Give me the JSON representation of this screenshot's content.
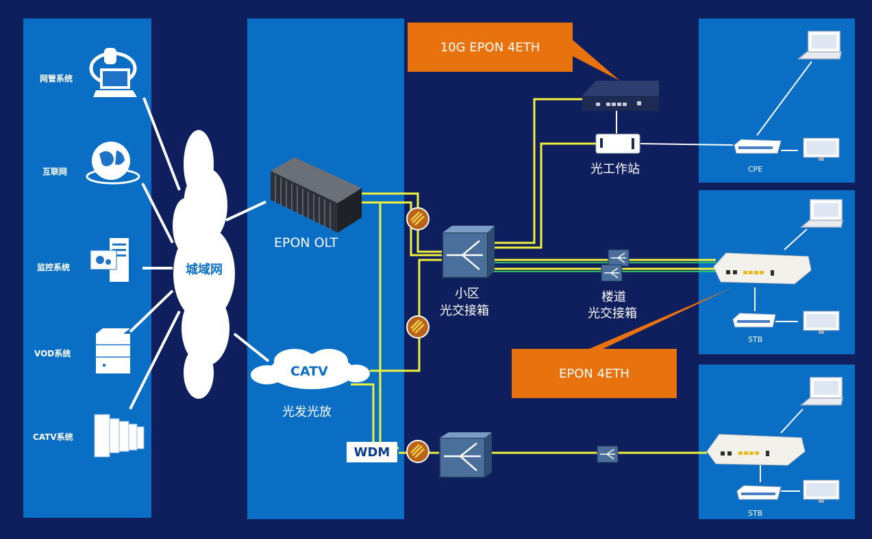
{
  "left_services": [
    {
      "label": "网管系统",
      "icon": "management-computer-icon"
    },
    {
      "label": "互联网",
      "icon": "internet-globe-icon"
    },
    {
      "label": "监控系统",
      "icon": "monitoring-server-icon"
    },
    {
      "label": "VOD系统",
      "icon": "vod-server-icon"
    },
    {
      "label": "CATV系统",
      "icon": "catv-rack-icon"
    }
  ],
  "cloud_label": "城域网",
  "olt_label": "EPON OLT",
  "catv_label": "CATV",
  "catv_sub_label": "光发光放",
  "wdm_label": "WDM",
  "callout_top": "10G EPON 4ETH",
  "callout_mid": "EPON 4ETH",
  "station_label": "光工作站",
  "district_box_label_1": "小区",
  "district_box_label_2": "光交接箱",
  "building_box_label_1": "楼道",
  "building_box_label_2": "光交接箱",
  "cpe_label": "CPE",
  "stb_label_1": "STB",
  "stb_label_2": "STB",
  "colors": {
    "background": "#0f1f5e",
    "panel": "#0a6fc4",
    "fiber": "#f2f23a",
    "callout": "#e8720d",
    "link": "#ffffff"
  }
}
